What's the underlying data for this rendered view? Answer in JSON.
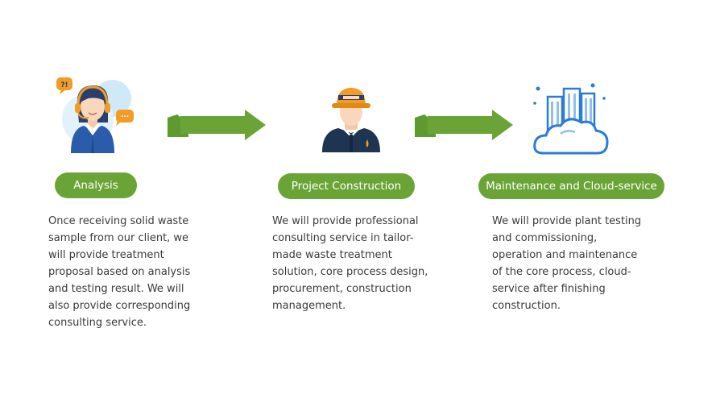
{
  "steps": [
    {
      "title": "Analysis",
      "icon": "customer-service-agent-icon",
      "lines": [
        "Once receiving solid waste",
        "sample from our client, we",
        "will provide treatment",
        "proposal based on analysis",
        "and testing result. We will",
        "also provide corresponding",
        "consulting service."
      ]
    },
    {
      "title": "Project Construction",
      "icon": "construction-worker-icon",
      "lines": [
        "We will provide professional",
        "consulting service in tailor-",
        "made waste treatment",
        "solution, core process design,",
        "procurement, construction",
        "management."
      ]
    },
    {
      "title": "Maintenance and Cloud-service",
      "icon": "cloud-buildings-icon",
      "lines": [
        "We will provide plant testing",
        "and commissioning,",
        "operation and maintenance",
        "of the core process, cloud-",
        "service after finishing",
        "construction."
      ]
    }
  ],
  "agent_bubbles": {
    "question": "?!",
    "dots": "..."
  },
  "colors": {
    "accent": "#6aa436",
    "text": "#3a3a3a",
    "blue": "#2b7bd8",
    "orange": "#f29b25"
  }
}
